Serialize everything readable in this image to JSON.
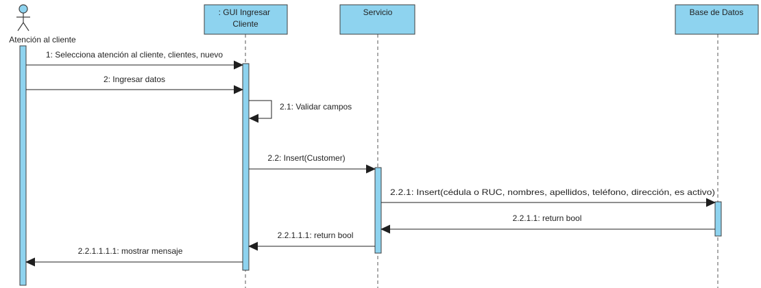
{
  "colors": {
    "box_fill": "#8ed3ef",
    "box_stroke": "#3d3d3d",
    "line": "#1f1f1f",
    "text": "#222222",
    "background": "#ffffff"
  },
  "actor": {
    "name": "Atención al cliente",
    "icon": "stick-figure-icon"
  },
  "lifelines": [
    {
      "id": "gui",
      "name_lines": [
        ": GUI Ingresar",
        "Cliente"
      ]
    },
    {
      "id": "servicio",
      "name_lines": [
        "Servicio"
      ]
    },
    {
      "id": "bd",
      "name_lines": [
        "Base de Datos"
      ]
    }
  ],
  "messages": [
    {
      "id": "m1",
      "label": "1: Selecciona atención al cliente, clientes, nuevo",
      "from": "actor",
      "to": "gui",
      "kind": "sync"
    },
    {
      "id": "m2",
      "label": "2: Ingresar datos",
      "from": "actor",
      "to": "gui",
      "kind": "sync"
    },
    {
      "id": "m21",
      "label": "2.1: Validar campos",
      "from": "gui",
      "to": "gui",
      "kind": "self"
    },
    {
      "id": "m22",
      "label": "2.2: Insert(Customer)",
      "from": "gui",
      "to": "servicio",
      "kind": "sync"
    },
    {
      "id": "m221",
      "label": "2.2.1: Insert(cédula o RUC, nombres, apellidos, teléfono, dirección, es activo)",
      "from": "servicio",
      "to": "bd",
      "kind": "sync"
    },
    {
      "id": "m2211",
      "label": "2.2.1.1: return bool",
      "from": "bd",
      "to": "servicio",
      "kind": "return"
    },
    {
      "id": "m22111",
      "label": "2.2.1.1.1: return bool",
      "from": "servicio",
      "to": "gui",
      "kind": "return"
    },
    {
      "id": "m221111",
      "label": "2.2.1.1.1.1: mostrar mensaje",
      "from": "gui",
      "to": "actor",
      "kind": "return"
    }
  ]
}
